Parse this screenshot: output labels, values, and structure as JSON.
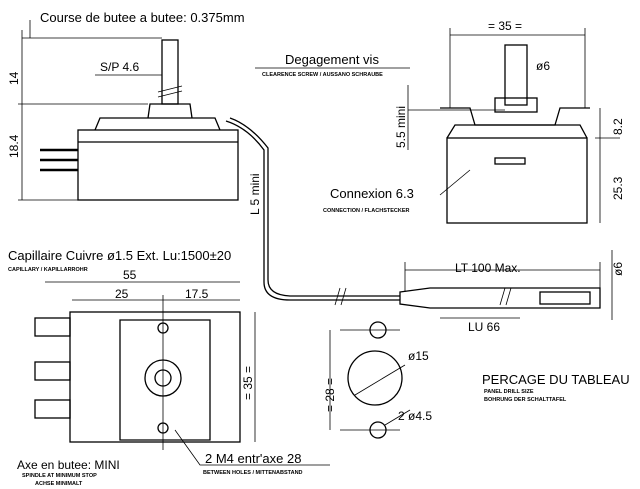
{
  "title_stroke": "Course de butee a butee: 0.375mm",
  "dims": {
    "d14": "14",
    "sp": "S/P 4.6",
    "d18_4": "18.4",
    "w35_top": "= 35 =",
    "phi6_top": "ø6",
    "d5_5": "5.5 mini",
    "d8_2": "8.2",
    "d25_3": "25.3",
    "l5": "L 5 mini",
    "d55": "55",
    "d25": "25",
    "d17_5": "17.5",
    "h35": "= 35 =",
    "lt": "LT 100 Max.",
    "phi6_bulb": "ø6",
    "lu": "LU 66",
    "d28": "= 28 =",
    "phi15": "ø15",
    "phi4_5": "2 ø4.5"
  },
  "notes": {
    "degagement": "Degagement vis",
    "degagement_sub": "CLEARENCE SCREW / AUSSANO SCHRAUBE",
    "connexion": "Connexion 6.3",
    "connexion_sub": "CONNECTION / FLACHSTECKER",
    "capillaire": "Capillaire Cuivre ø1.5 Ext. Lu:1500±20",
    "capillaire_sub": "CAPILLARY / KAPILLARROHR",
    "percage": "PERCAGE DU TABLEAU",
    "percage_sub1": "PANEL DRILL SIZE",
    "percage_sub2": "BOHRUNG DER SCHALTTAFEL",
    "axe": "Axe en butee: MINI",
    "axe_sub1": "SPINDLE AT MINIMUM STOP",
    "axe_sub2": "ACHSE MINIMALT",
    "m4": "2 M4 entr'axe 28",
    "m4_sub": "BETWEEN HOLES / MITTENABSTAND"
  }
}
